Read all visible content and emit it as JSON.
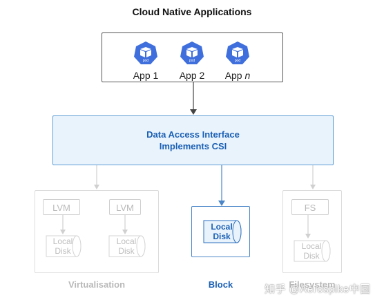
{
  "title": "Cloud Native Applications",
  "apps": [
    {
      "label": "App 1",
      "icon": "pod-icon"
    },
    {
      "label": "App 2",
      "icon": "pod-icon"
    },
    {
      "label_prefix": "App ",
      "label_italic": "n",
      "icon": "pod-icon"
    }
  ],
  "pod_badge": "pod",
  "interface": {
    "line1": "Data Access Interface",
    "line2": "Implements CSI"
  },
  "virtualisation": {
    "label": "Virtualisation",
    "columns": [
      {
        "top": "LVM",
        "disk_line1": "Local",
        "disk_line2": "Disk"
      },
      {
        "top": "LVM",
        "disk_line1": "Local",
        "disk_line2": "Disk"
      }
    ]
  },
  "block": {
    "label": "Block",
    "disk_line1": "Local",
    "disk_line2": "Disk"
  },
  "filesystem": {
    "label": "Filesystem",
    "top": "FS",
    "disk_line1": "Local",
    "disk_line2": "Disk"
  },
  "watermark": "知乎 @Aerospike中国",
  "colors": {
    "accent": "#1a5fb4",
    "accent_light": "#e9f3fc",
    "pod_blue": "#3f6fdc",
    "muted": "#b9b9b9"
  }
}
